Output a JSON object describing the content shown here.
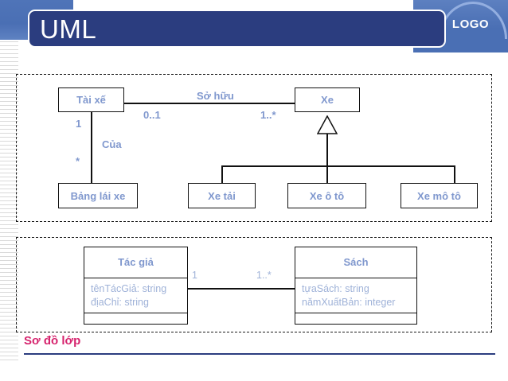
{
  "header": {
    "title": "UML",
    "logo_label": "LOGO",
    "logo_icon": "arc-logo-icon",
    "title_bar_color": "#2b3d7f",
    "band_color": "#4a6fb4"
  },
  "caption": {
    "text": "Sơ đồ lớp",
    "color": "#d6246e",
    "rule_color": "#2b3d7f"
  },
  "theme": {
    "box_text_color": "#8098ce",
    "attr_text_color": "#9fb2d8",
    "line_color": "#111111",
    "dashed_border_color": "#1a1a1a"
  },
  "diagram_vehicles": {
    "name": "vehicle-class-diagram",
    "boxes": [
      {
        "id": "tai-xe",
        "label": "Tài xế"
      },
      {
        "id": "xe",
        "label": "Xe"
      },
      {
        "id": "bang-lai-xe",
        "label": "Bảng lái xe"
      },
      {
        "id": "xe-tai",
        "label": "Xe tải"
      },
      {
        "id": "xe-o-to",
        "label": "Xe ô tô"
      },
      {
        "id": "xe-mo-to",
        "label": "Xe mô tô"
      }
    ],
    "labels": {
      "so_huu": "Sở hữu",
      "cua": "Của",
      "mult_driver_owns": "0..1",
      "mult_vehicle_owned": "1..*",
      "mult_driver_license_top": "1",
      "mult_driver_license_bottom": "*"
    }
  },
  "diagram_books": {
    "name": "author-book-class-diagram",
    "classes": [
      {
        "id": "tac-gia",
        "name": "Tác giả",
        "attributes": [
          "tênTácGiả: string",
          "địaChỉ: string"
        ],
        "operations": []
      },
      {
        "id": "sach",
        "name": "Sách",
        "attributes": [
          "tựaSách: string",
          "nămXuấtBản: integer"
        ],
        "operations": []
      }
    ],
    "labels": {
      "mult_author": "1",
      "mult_book": "1..*"
    }
  }
}
